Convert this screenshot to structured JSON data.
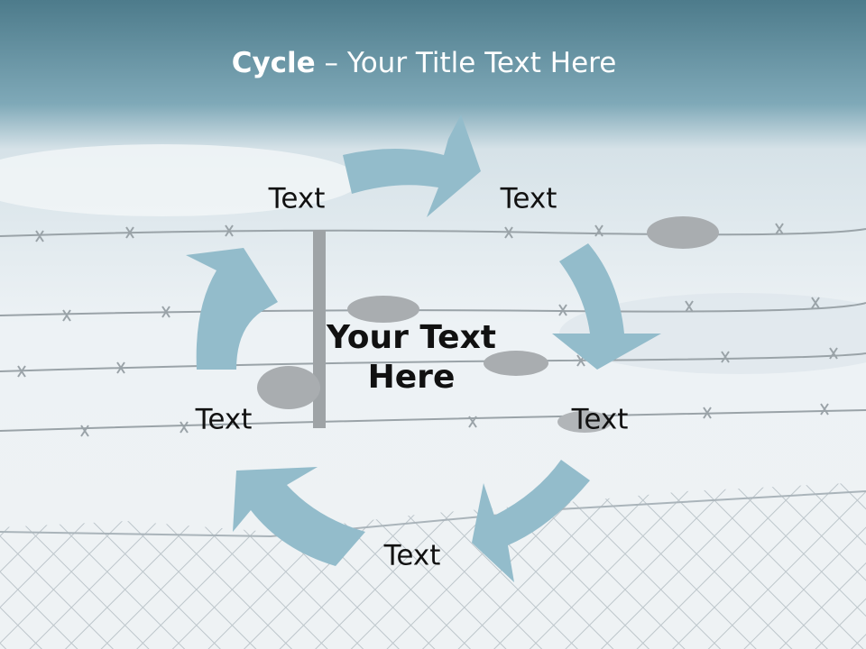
{
  "title": {
    "bold": "Cycle",
    "rest": " – Your Title Text Here"
  },
  "center": {
    "line1": "Your Text",
    "line2": "Here"
  },
  "steps": [
    {
      "label": "Text"
    },
    {
      "label": "Text"
    },
    {
      "label": "Text"
    },
    {
      "label": "Text"
    },
    {
      "label": "Text"
    }
  ],
  "colors": {
    "title_band": "#6a98a8",
    "sky": "#e7eef3",
    "arrow": "#93bccb",
    "text": "#111111"
  }
}
